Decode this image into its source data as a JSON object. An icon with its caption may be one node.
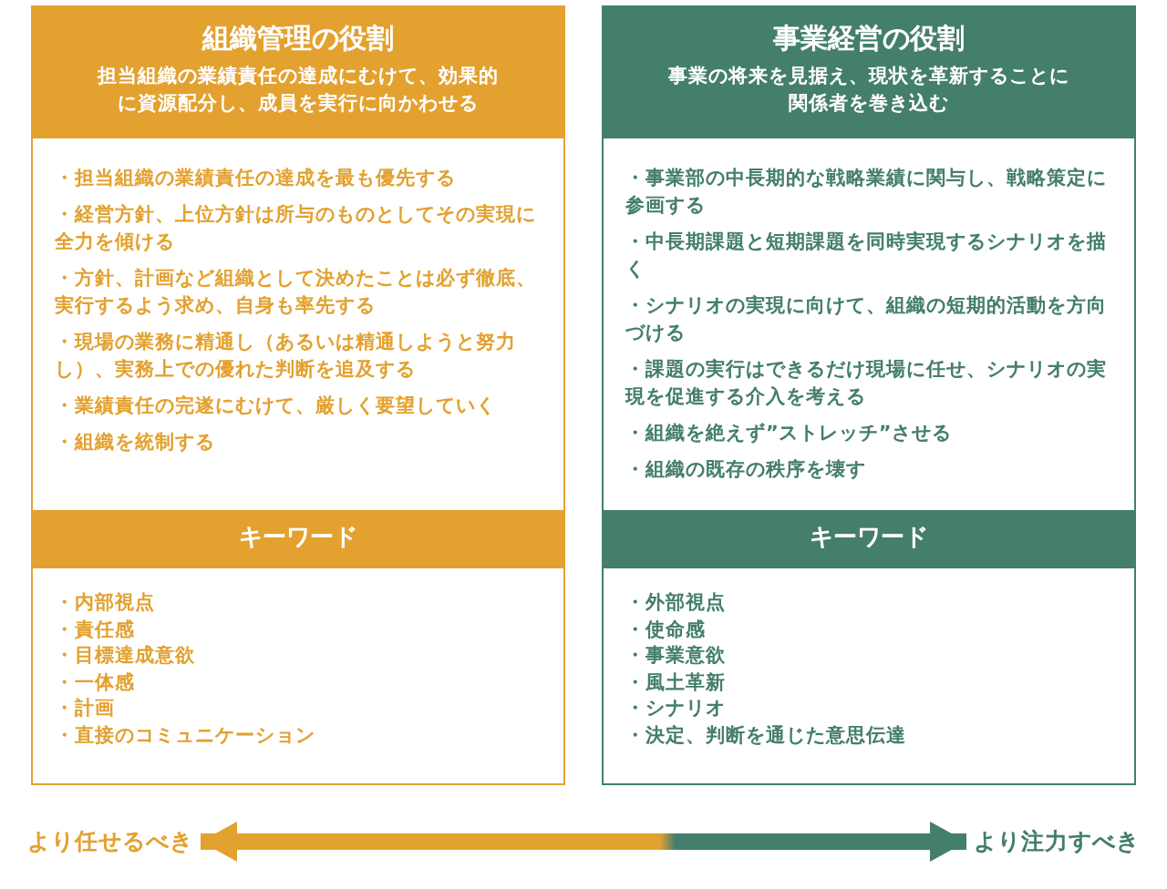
{
  "diagram": {
    "nodes": [
      {
        "text": [
          "組織管理の役割",
          "担当組織の業績責任の達成にむけて、効果的に資源配分し、成員を実行に向かわせる"
        ]
      },
      {
        "text": [
          "・担当組織の業績責任の達成を最も優先する",
          "・経営方針、上位方針は所与のものとしてその実現に全力を傾ける",
          "・方針、計画など組織として決めたことは必ず徹底、実行するよう求め、自身も率先する",
          "・現場の業務に精通し（あるいは精通しようと努力し）、実務上での優れた判断を追及する",
          "・業績責任の完遂にむけて、厳しく要望していく",
          "・組織を統制する"
        ],
        "in": 0
      },
      {
        "text": [
          "キーワード"
        ],
        "in": 0
      },
      {
        "text": [
          "・内部視点",
          "・責任感",
          "・目標達成意欲",
          "・一体感",
          "・計画",
          "・直接のコミュニケーション"
        ],
        "in": 0
      },
      {
        "text": [
          "事業経営の役割",
          "事業の将来を見据え、現状を革新することに関係者を巻き込む"
        ]
      },
      {
        "text": [
          "・事業部の中長期的な戦略業績に関与し、戦略策定に参画する",
          "・中長期課題と短期課題を同時実現するシナリオを描く",
          "・シナリオの実現に向けて、組織の短期的活動を方向づける",
          "・課題の実行はできるだけ現場に任せ、シナリオの実現を促進する介入を考える",
          "・組織を絶えず”ストレッチ”させる",
          "・組織の既存の秩序を壊す"
        ],
        "in": 4
      },
      {
        "text": [
          "キーワード"
        ],
        "in": 4
      },
      {
        "text": [
          "・外部視点",
          "・使命感",
          "・事業意欲",
          "・風土革新",
          "・シナリオ",
          "・決定、判断を通じた意思伝達"
        ],
        "in": 4
      },
      {
        "text": [
          "より任せるべき"
        ]
      },
      {
        "text": [
          "より注力すべき"
        ]
      }
    ],
    "edges": [
      {
        "from": 8,
        "to": 9,
        "arrow": "both",
        "style": "thick"
      }
    ]
  }
}
